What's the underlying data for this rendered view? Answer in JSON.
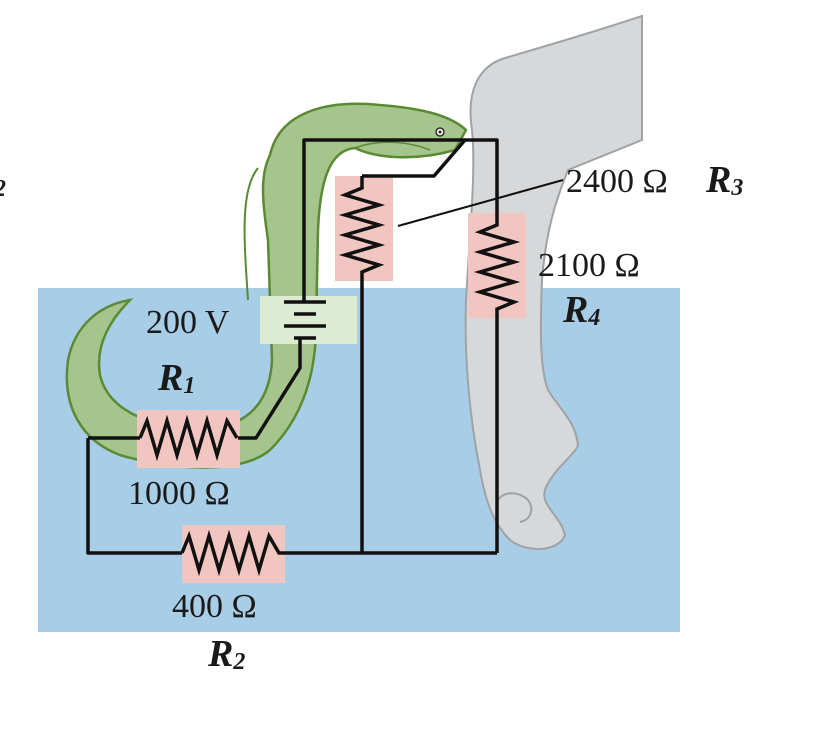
{
  "battery": {
    "voltage": "200 V"
  },
  "resistors": {
    "r1": {
      "symbol": "R",
      "subscript": "1",
      "value": "1000 Ω"
    },
    "r2": {
      "symbol": "R",
      "subscript": "2",
      "value": "400 Ω"
    },
    "r3": {
      "symbol": "R",
      "subscript": "3",
      "value": "2400 Ω"
    },
    "r4": {
      "symbol": "R",
      "subscript": "4",
      "value": "2100 Ω"
    }
  },
  "edge_fragment": "2",
  "colors": {
    "water": "#a8cde6",
    "eel_fill": "#a5c58c",
    "eel_outline": "#5b8a35",
    "arm": "#d6d8d9",
    "resistor_highlight": "#f2c6c0",
    "battery_highlight": "#dcebd2",
    "wire": "#111111"
  }
}
